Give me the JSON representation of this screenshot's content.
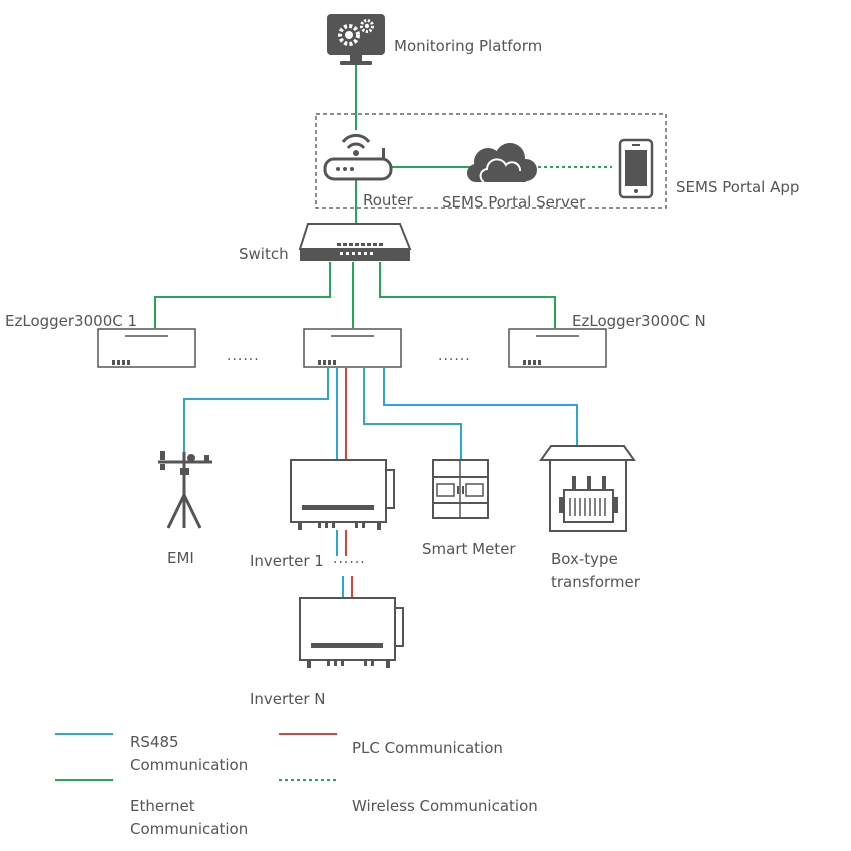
{
  "labels": {
    "monitoring_platform": "Monitoring Platform",
    "router": "Router",
    "sems_portal_server": "SEMS Portal Server",
    "sems_portal_app": "SEMS Portal App",
    "switch": "Switch",
    "ezlogger_1": "EzLogger3000C 1",
    "ezlogger_n": "EzLogger3000C N",
    "emi": "EMI",
    "inverter_1": "Inverter 1",
    "inverter_n": "Inverter N",
    "smart_meter": "Smart Meter",
    "box_transformer": "Box-type\ntransformer",
    "ellipsis": "......"
  },
  "legend": {
    "rs485": "RS485\nCommunication",
    "plc": "PLC Communication",
    "ethernet": "Ethernet\nCommunication",
    "wireless": "Wireless Communication"
  },
  "colors": {
    "ethernet": "#21a954",
    "rs485": "#2aa7d9",
    "plc": "#e0403a",
    "wireless": "#21a954",
    "device_stroke": "#555555"
  }
}
